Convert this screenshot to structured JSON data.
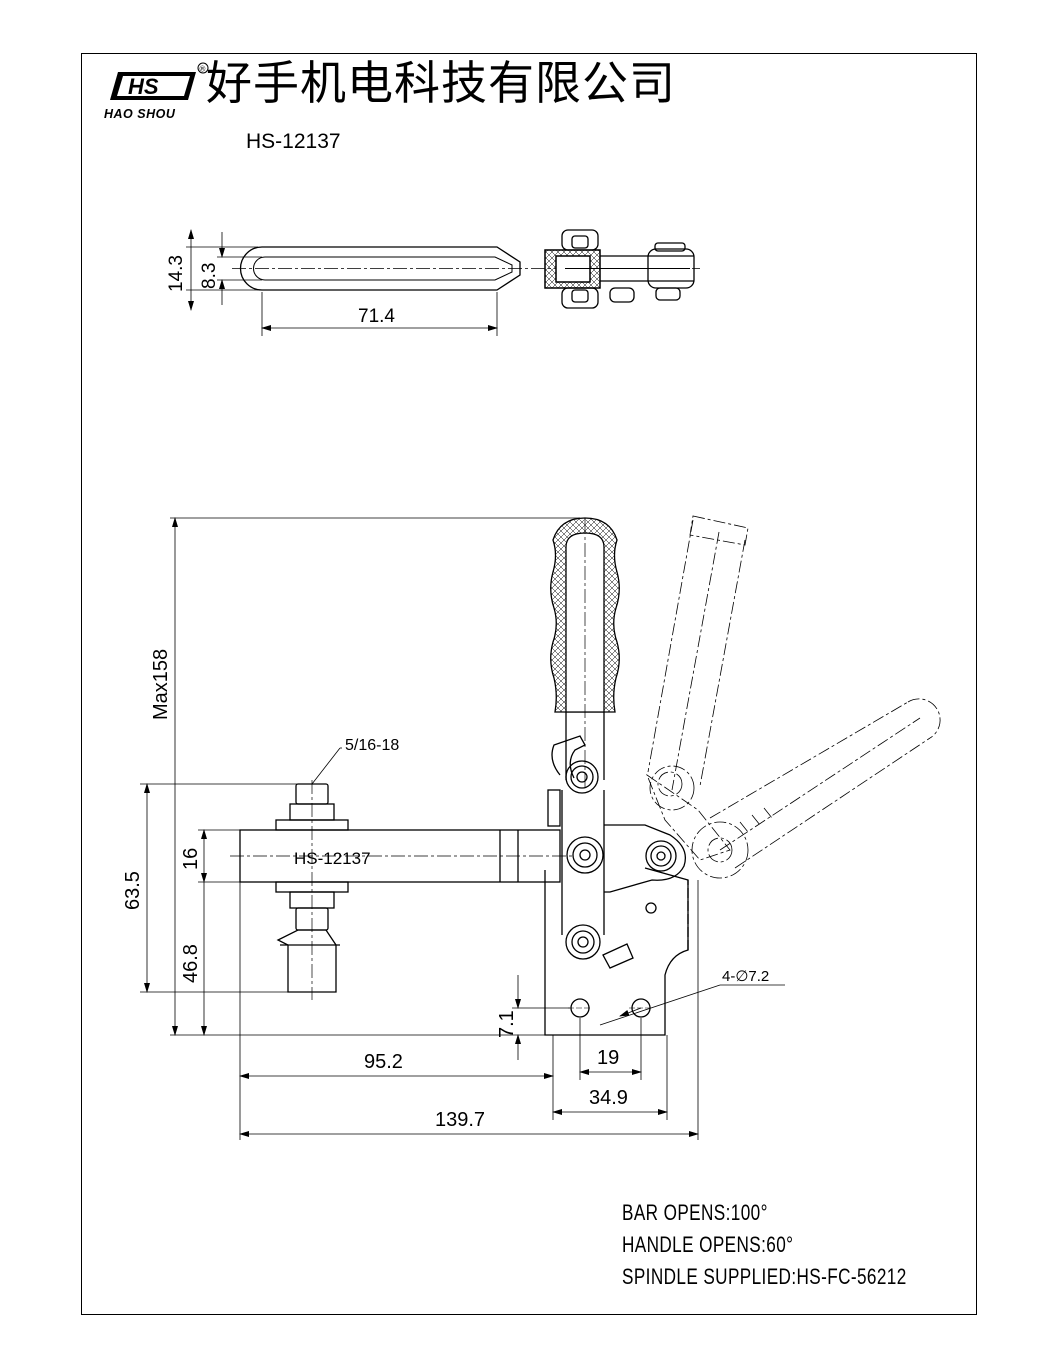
{
  "brand": {
    "logo_text": "HS",
    "registered_mark": "®",
    "sub_text": "HAO SHOU",
    "company_name": "好手机电科技有限公司"
  },
  "model_number": "HS-12137",
  "top_view": {
    "dim_overall_width": "14.3",
    "dim_slot_width": "8.3",
    "dim_handle_length": "71.4"
  },
  "side_view": {
    "dim_max_height": "Max158",
    "thread_label": "5/16-18",
    "bar_label": "HS-12137",
    "dim_63_5": "63.5",
    "dim_16": "16",
    "dim_46_8": "46.8",
    "dim_7_1": "7.1",
    "dim_95_2": "95.2",
    "dim_19": "19",
    "dim_34_9": "34.9",
    "dim_139_7": "139.7",
    "hole_label": "4-∅7.2"
  },
  "specs": {
    "bar_opens": "BAR OPENS:100°",
    "handle_opens": "HANDLE OPENS:60°",
    "spindle": "SPINDLE SUPPLIED:HS-FC-56212"
  }
}
